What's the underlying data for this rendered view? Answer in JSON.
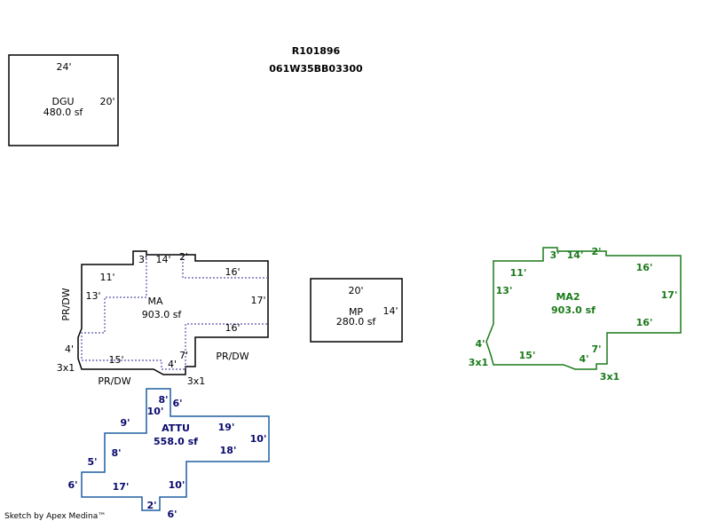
{
  "header": {
    "record_id": "R101896",
    "parcel_id": "061W35BB03300"
  },
  "footer": {
    "credit": "Sketch by Apex Medina™"
  },
  "colors": {
    "black": "#000000",
    "dotted": "#5555aa",
    "green": "#1a7a1a",
    "navy": "#0a0a6e",
    "attu_outline": "#1f5fa0"
  },
  "dgu": {
    "name": "DGU",
    "area": "480.0 sf",
    "top_dim": "24'",
    "right_dim": "20'"
  },
  "mp": {
    "name": "MP",
    "area": "280.0 sf",
    "top_dim": "20'",
    "right_dim": "14'"
  },
  "ma": {
    "name": "MA",
    "area": "903.0 sf",
    "dims": {
      "d11": "11'",
      "d3": "3'",
      "d14": "14'",
      "d2": "2'",
      "d16_top": "16'",
      "d13": "13'",
      "d17": "17'",
      "d16_lower": "16'",
      "d4_left": "4'",
      "d15": "15'",
      "d4_bottom": "4'",
      "d7": "7'"
    },
    "labels": {
      "prdw_left": "PR/DW",
      "prdw_right": "PR/DW",
      "prdw_bottom": "PR/DW",
      "three_by_one_left": "3x1",
      "three_by_one_right": "3x1"
    }
  },
  "ma2": {
    "name": "MA2",
    "area": "903.0 sf",
    "dims": {
      "d11": "11'",
      "d3": "3'",
      "d14": "14'",
      "d2": "2'",
      "d16_top": "16'",
      "d13": "13'",
      "d17": "17'",
      "d16_lower": "16'",
      "d4_left": "4'",
      "d15": "15'",
      "d4_bottom": "4'",
      "d7": "7'",
      "three_by_one_left": "3x1",
      "three_by_one_right": "3x1"
    }
  },
  "attu": {
    "name": "ATTU",
    "area": "558.0 sf",
    "dims": {
      "d8_top": "8'",
      "d6_top": "6'",
      "d10_top": "10'",
      "d9": "9'",
      "d19": "19'",
      "d10_right": "10'",
      "d8_mid": "8'",
      "d18": "18'",
      "d5": "5'",
      "d6_left": "6'",
      "d17": "17'",
      "d10_bottom": "10'",
      "d2": "2'",
      "d6_bottom": "6'"
    }
  }
}
